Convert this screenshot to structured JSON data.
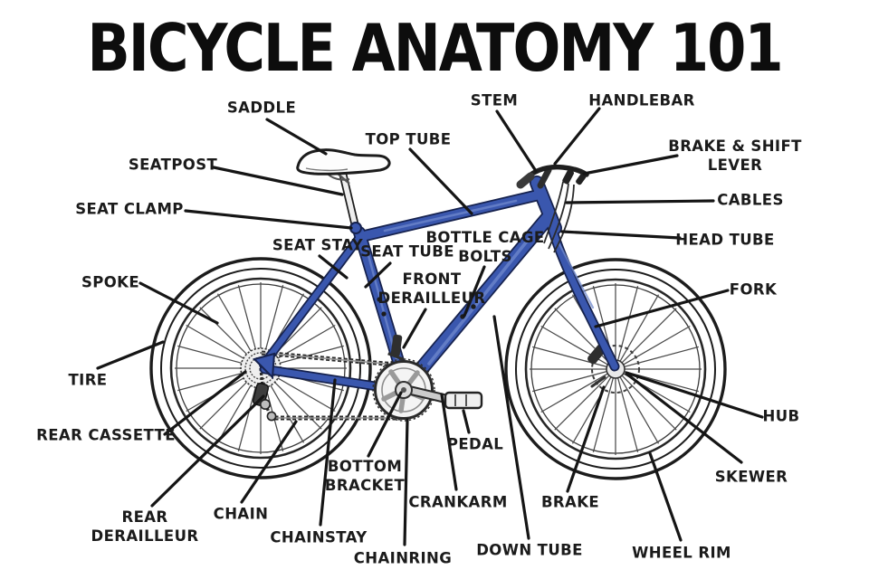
{
  "title": "BICYCLE ANATOMY 101",
  "diagram": {
    "subject": "hand-drawn bicycle side view with part callouts",
    "colors": {
      "frame_blue": "#3a57ae",
      "frame_outline": "#16224e",
      "ink": "#1c1c1c",
      "background": "#ffffff"
    },
    "labels": [
      {
        "id": "saddle",
        "text": "SADDLE"
      },
      {
        "id": "stem",
        "text": "STEM"
      },
      {
        "id": "handlebar",
        "text": "HANDLEBAR"
      },
      {
        "id": "top-tube",
        "text": "TOP TUBE"
      },
      {
        "id": "brake-shift-lever",
        "text": "BRAKE & SHIFT\nLEVER"
      },
      {
        "id": "seatpost",
        "text": "SEATPOST"
      },
      {
        "id": "cables",
        "text": "CABLES"
      },
      {
        "id": "seat-clamp",
        "text": "SEAT CLAMP"
      },
      {
        "id": "head-tube",
        "text": "HEAD TUBE"
      },
      {
        "id": "seat-stay",
        "text": "SEAT STAY"
      },
      {
        "id": "seat-tube",
        "text": "SEAT TUBE"
      },
      {
        "id": "bottle-cage-bolts",
        "text": "BOTTLE CAGE\nBOLTS"
      },
      {
        "id": "spoke",
        "text": "SPOKE"
      },
      {
        "id": "front-derailleur",
        "text": "FRONT\nDERAILLEUR"
      },
      {
        "id": "fork",
        "text": "FORK"
      },
      {
        "id": "tire",
        "text": "TIRE"
      },
      {
        "id": "hub",
        "text": "HUB"
      },
      {
        "id": "rear-cassette",
        "text": "REAR CASSETTE"
      },
      {
        "id": "pedal",
        "text": "PEDAL"
      },
      {
        "id": "skewer",
        "text": "SKEWER"
      },
      {
        "id": "bottom-bracket",
        "text": "BOTTOM\nBRACKET"
      },
      {
        "id": "crankarm",
        "text": "CRANKARM"
      },
      {
        "id": "brake",
        "text": "BRAKE"
      },
      {
        "id": "rear-derailleur",
        "text": "REAR\nDERAILLEUR"
      },
      {
        "id": "chain",
        "text": "CHAIN"
      },
      {
        "id": "chainstay",
        "text": "CHAINSTAY"
      },
      {
        "id": "chainring",
        "text": "CHAINRING"
      },
      {
        "id": "down-tube",
        "text": "DOWN TUBE"
      },
      {
        "id": "wheel-rim",
        "text": "WHEEL RIM"
      }
    ]
  }
}
